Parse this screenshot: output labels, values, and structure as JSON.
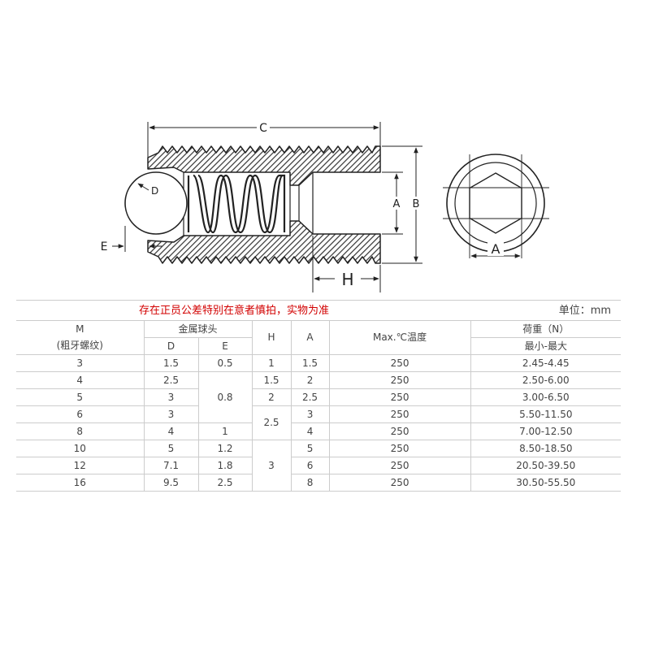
{
  "drawing": {
    "labels": {
      "c": "C",
      "d": "D",
      "e": "E",
      "a": "A",
      "b": "B",
      "h": "H",
      "end_a": "A"
    }
  },
  "table": {
    "note": "存在正员公差特别在意者慎拍，实物为准",
    "unit": "单位：mm",
    "headers": {
      "m": "M",
      "m_sub": "(粗牙螺纹)",
      "ball_head": "金属球头",
      "d": "D",
      "e": "E",
      "h": "H",
      "a": "A",
      "temp": "Max.℃温度",
      "load": "荷重（N）",
      "load_sub": "最小-最大"
    },
    "rows": [
      {
        "m": "3",
        "d": "1.5",
        "e": "0.5",
        "h": "1",
        "a": "1.5",
        "temp": "250",
        "load": "2.45-4.45"
      },
      {
        "m": "4",
        "d": "2.5",
        "e": "0.8",
        "h": "1.5",
        "a": "2",
        "temp": "250",
        "load": "2.50-6.00"
      },
      {
        "m": "5",
        "d": "3",
        "e": "",
        "h": "2",
        "a": "2.5",
        "temp": "250",
        "load": "3.00-6.50"
      },
      {
        "m": "6",
        "d": "3",
        "e": "",
        "h": "2.5",
        "a": "3",
        "temp": "250",
        "load": "5.50-11.50"
      },
      {
        "m": "8",
        "d": "4",
        "e": "1",
        "h": "",
        "a": "4",
        "temp": "250",
        "load": "7.00-12.50"
      },
      {
        "m": "10",
        "d": "5",
        "e": "1.2",
        "h": "3",
        "a": "5",
        "temp": "250",
        "load": "8.50-18.50"
      },
      {
        "m": "12",
        "d": "7.1",
        "e": "1.8",
        "h": "",
        "a": "6",
        "temp": "250",
        "load": "20.50-39.50"
      },
      {
        "m": "16",
        "d": "9.5",
        "e": "2.5",
        "h": "",
        "a": "8",
        "temp": "250",
        "load": "30.50-55.50"
      }
    ]
  }
}
